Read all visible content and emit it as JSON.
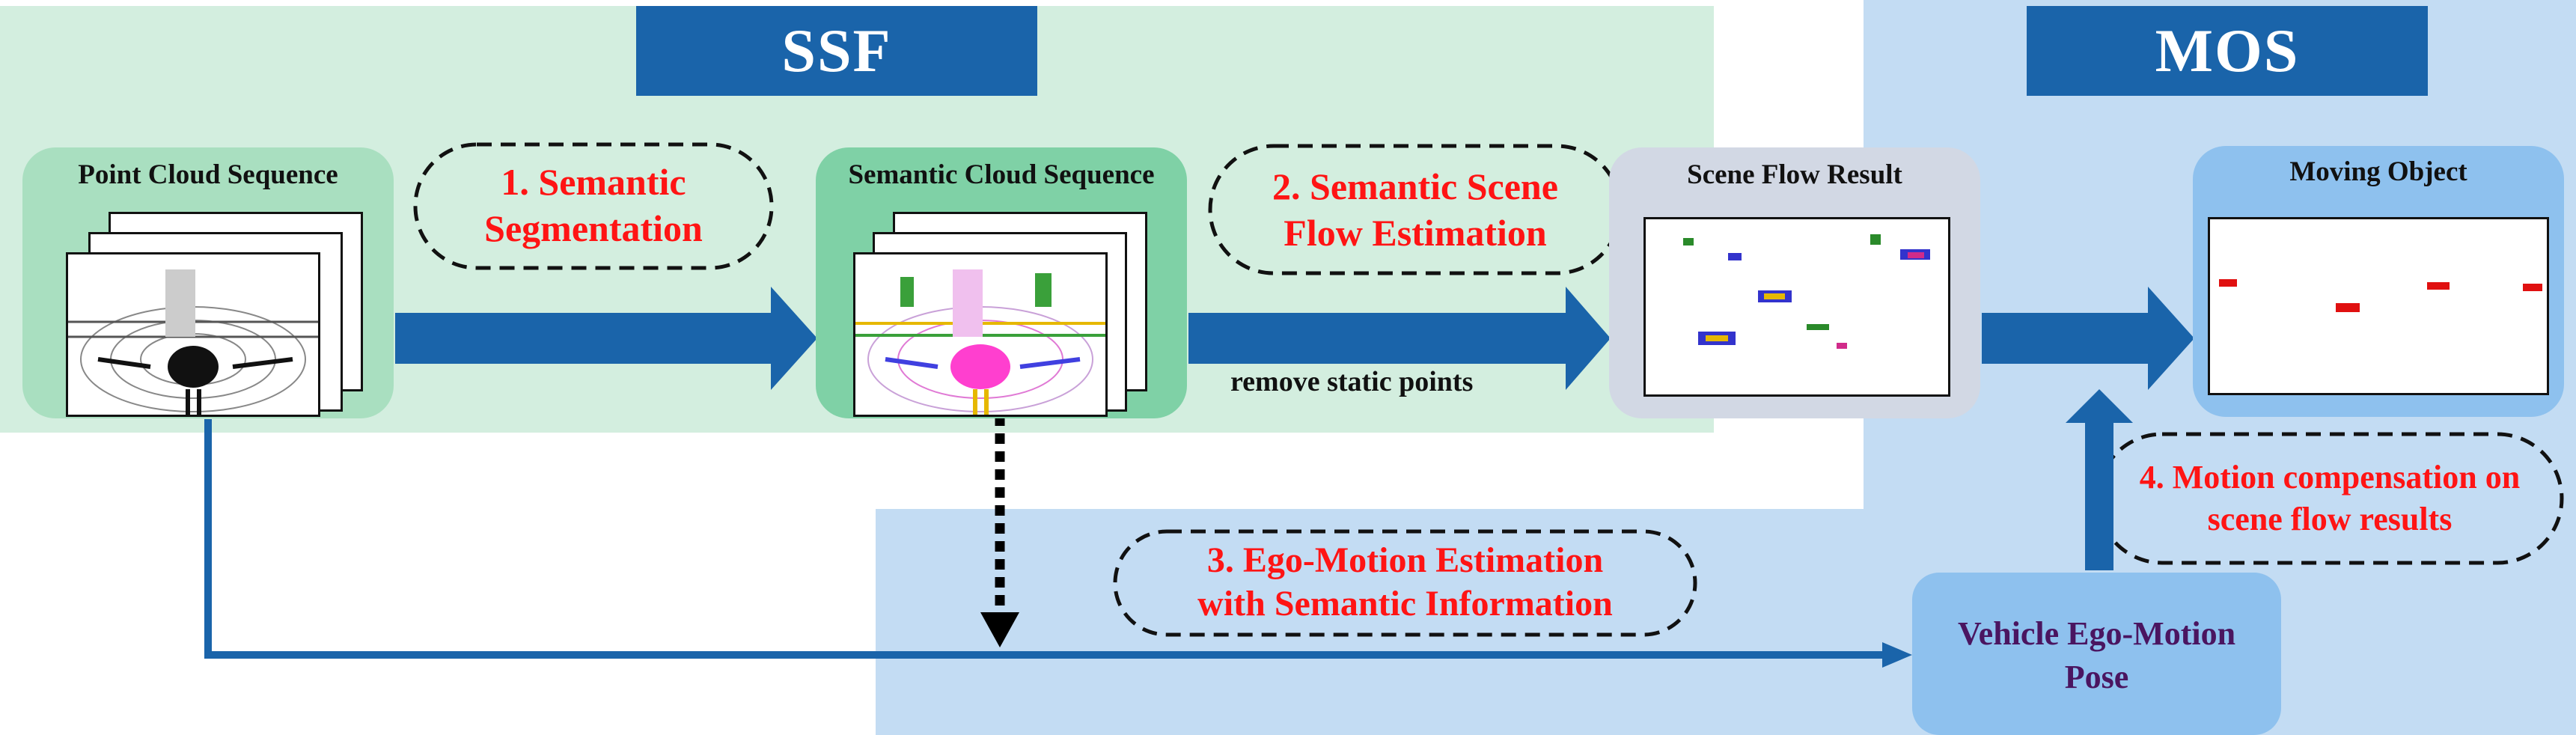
{
  "sections": {
    "ssf": {
      "title": "SSF"
    },
    "mos": {
      "title": "MOS"
    }
  },
  "stages": {
    "point_cloud": {
      "label": "Point Cloud Sequence"
    },
    "semantic_cloud": {
      "label": "Semantic Cloud Sequence"
    },
    "scene_flow": {
      "label": "Scene Flow Result"
    },
    "moving_object": {
      "label": "Moving Object"
    },
    "vehicle_pose": {
      "line1": "Vehicle Ego-Motion",
      "line2": "Pose"
    }
  },
  "steps": {
    "s1": {
      "line1": "1. Semantic",
      "line2": "Segmentation"
    },
    "s2": {
      "line1": "2. Semantic Scene",
      "line2": "Flow Estimation"
    },
    "s3": {
      "line1": "3. Ego-Motion Estimation",
      "line2": "with Semantic Information"
    },
    "s4": {
      "line1": "4. Motion compensation on",
      "line2": "scene flow results"
    }
  },
  "annotations": {
    "remove_static": "remove static points"
  },
  "colors": {
    "ssf_region": "#d3eedf",
    "mos_region": "#c3dcf3",
    "title_box": "#1a64aa",
    "arrow": "#1a64aa",
    "step_text": "#ff1414",
    "point_card": "#a9dfc0",
    "semantic_card": "#7fd1a6",
    "scene_card": "#d2d8e4",
    "moving_card": "#8ec1ee",
    "pose_card": "#8ec1ee",
    "pose_text": "#4a1560"
  }
}
